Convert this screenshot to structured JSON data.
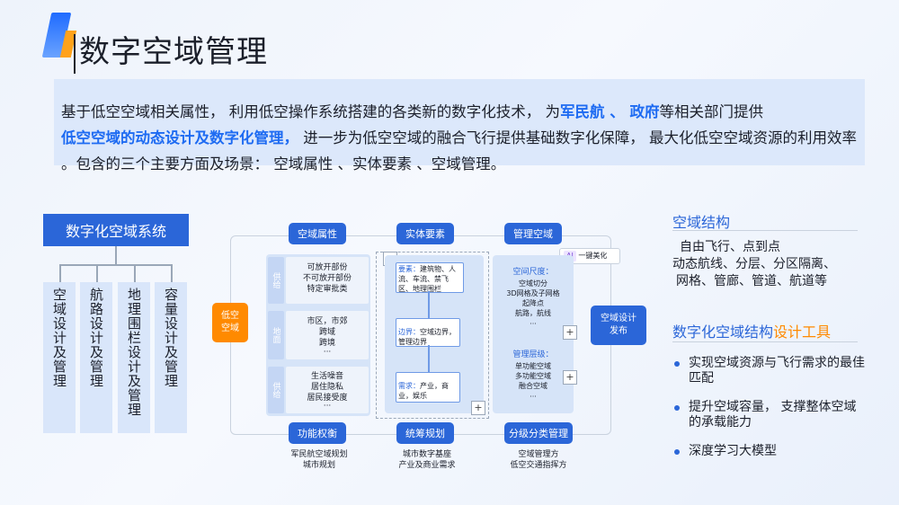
{
  "page": {
    "title": "数字空域管理"
  },
  "intro": {
    "p1": "基于低空空域相关属性， 利用低空操作系统搭建的各类新的数字化技术， 为",
    "hl1": "军民航 、 政府",
    "p2": "等相关部门提供",
    "hl2": "低空空域的动态设计及数字化管理，",
    "p3": " 进一步为低空空域的融合飞行提供基础数字化保障， 最大化低空空域资源的利用效率 。包含的三个主要方面及场景： 空域属性 、实体要素 、空域管理。"
  },
  "system": {
    "head": "数字化空域系统",
    "columns": [
      "空域设计及管理",
      "航路设计及管理",
      "地理围栏设计及管理",
      "容量设计及管理"
    ]
  },
  "diagram": {
    "low_airspace": "低空\n空域",
    "design_publish": "空域设计\n发布",
    "top_pills": [
      "空域属性",
      "实体要素",
      "管理空域"
    ],
    "bottom_pills": [
      "功能权衡",
      "统筹规划",
      "分级分类管理"
    ],
    "attr_groups": [
      {
        "label": "供给",
        "text": "可放开部份\n不可放开部份\n特定审批类"
      },
      {
        "label": "地面",
        "text": "市区，市郊\n跨域\n跨境"
      },
      {
        "label": "供给",
        "text": "生活噪音\n居住隐私\n居民接受度"
      }
    ],
    "ellipsis": "···",
    "entity": [
      {
        "key": "要素：",
        "text": "建筑物、人流、车流、禁飞区、地理围栏"
      },
      {
        "key": "边界：",
        "text": "空域边界，管理边界"
      },
      {
        "key": "需求：",
        "text": "产业，商业，娱乐"
      }
    ],
    "manage": [
      {
        "head": "空间尺度：",
        "text": "空域切分\n3D网格及子网格\n起降点\n航路，航线"
      },
      {
        "head": "管理层级：",
        "text": "单功能空域\n多功能空域\n融合空域"
      }
    ],
    "ai_badge": "AI",
    "ai_label": "一键美化",
    "drag_icon": "⁝⁝",
    "plus": "+",
    "bottom_texts": [
      "军民航空域规划\n城市规划",
      "城市数字基座\n产业及商业需求",
      "空域管理方\n低空交通指挥方"
    ]
  },
  "right": {
    "h1": "空域结构",
    "s1_line1": "自由飞行、点到点",
    "s1_line2": "动态航线、分层、分区隔离、",
    "s1_line3": "网格、管廊、管道、航道等",
    "h2_a": "数字化空域结构",
    "h2_b": "设计工具",
    "bullets": [
      "实现空域资源与飞行需求的最佳匹配",
      "提升空域容量， 支撑整体空域的承载能力",
      "深度学习大模型"
    ]
  },
  "colors": {
    "accent": "#2b66d8",
    "highlight": "#1e6bf2",
    "orange": "#ff8a00"
  }
}
